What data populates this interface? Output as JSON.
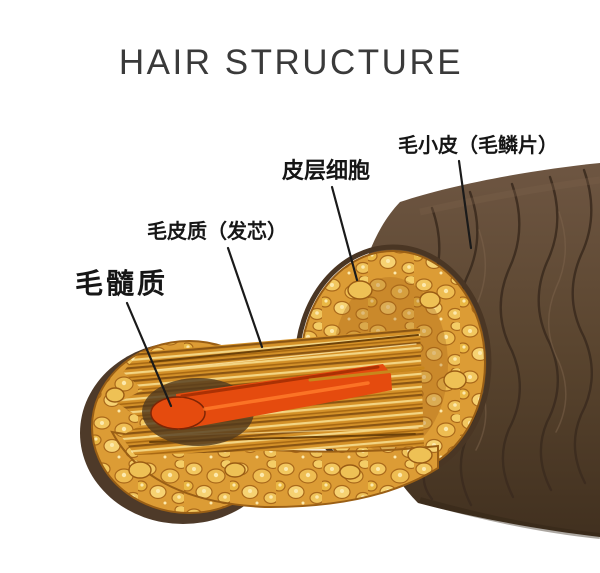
{
  "title": "HAIR STRUCTURE",
  "labels": {
    "cuticle": {
      "text": "毛小皮（毛鳞片）"
    },
    "cortex_cells": {
      "text": "皮层细胞"
    },
    "cortex": {
      "text": "毛皮质（发芯）"
    },
    "medulla": {
      "text": "毛髓质"
    }
  },
  "colors": {
    "background": "#ffffff",
    "title_text": "#3a3a3a",
    "label_text": "#161616",
    "leader_line": "#1a1a1a",
    "cuticle_brown": "#5c4533",
    "cuticle_scale_line": "#3c2c1f",
    "cortex_yellow": "#dc9c35",
    "cortex_cell_highlight": "#f3c968",
    "fiber_gold": "#d49128",
    "fiber_dark": "#8a5513",
    "fiber_light": "#f3d584",
    "medulla_red": "#e54b0e"
  }
}
